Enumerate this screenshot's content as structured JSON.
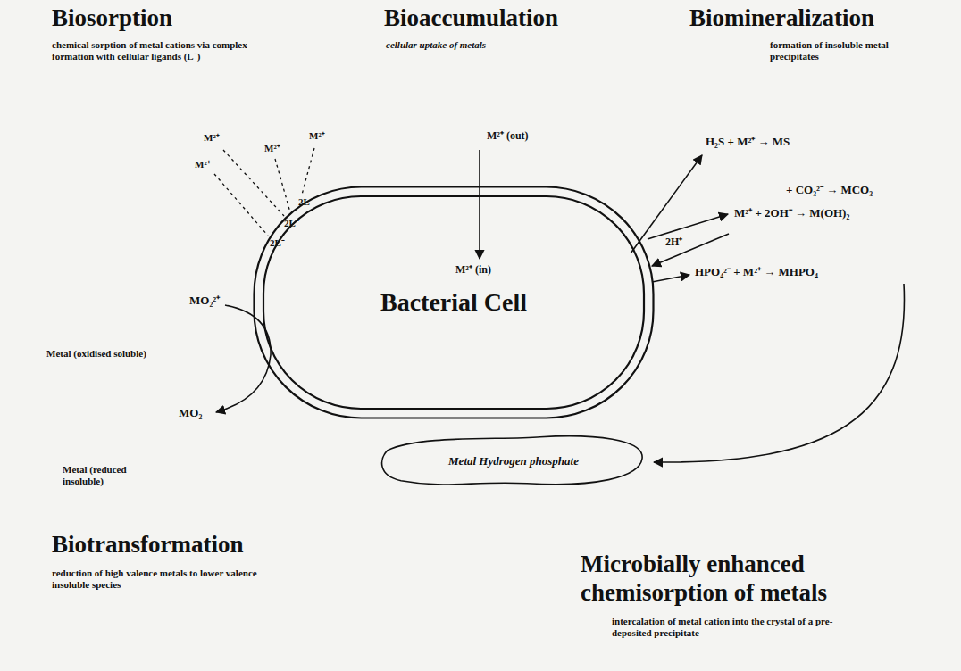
{
  "diagram": {
    "nodes": [
      {
        "text": [
          "Bacterial Cell"
        ]
      },
      {
        "text": [
          "Metal Hydrogen phosphate"
        ]
      }
    ],
    "labels": [
      "Biosorption",
      "chemical sorption of metal cations via complex formation with cellular ligands (L⁻)",
      "Bioaccumulation",
      "cellular uptake of metals",
      "Biomineralization",
      "formation of insoluble metal precipitates",
      "M²⁺ (out)",
      "M²⁺ (in)",
      "M²⁺",
      "M²⁺",
      "M²⁺",
      "M²⁺",
      "2L⁻",
      "2L⁻",
      "2L⁻",
      "H₂S + M²⁺ → MS",
      "+ CO₃²⁻ → MCO₃",
      "M²⁺ + 2OH⁻ → M(OH)₂",
      "2H⁺",
      "HPO₄²⁻ + M²⁺ → MHPO₄",
      "MO₂²⁺",
      "Metal (oxidised soluble)",
      "MO₂",
      "Metal (reduced insoluble)",
      "Biotransformation",
      "reduction of high valence metals to lower valence insoluble species",
      "Microbially enhanced chemisorption of metals",
      "intercalation of metal cation into the crystal of a pre-deposited precipitate"
    ]
  }
}
